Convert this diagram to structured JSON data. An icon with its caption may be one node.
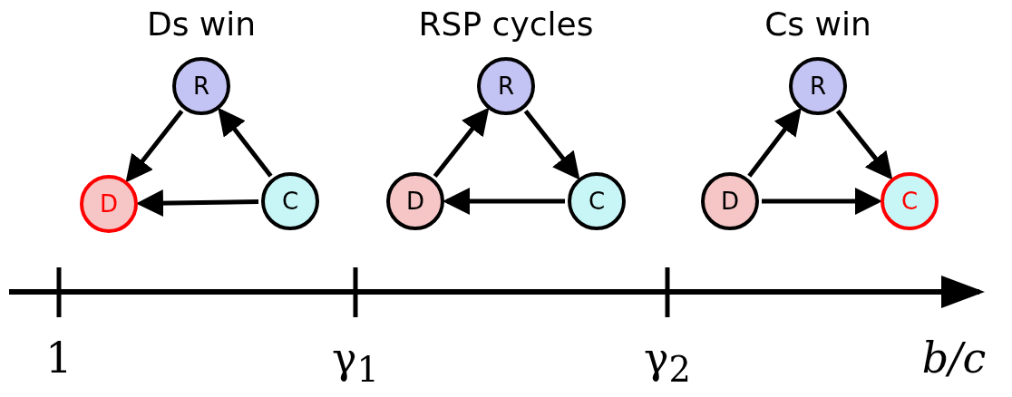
{
  "diagram": {
    "nodes": [
      {
        "text": [
          "R"
        ]
      },
      {
        "text": [
          "D"
        ]
      },
      {
        "text": [
          "C"
        ]
      },
      {
        "text": [
          "R"
        ]
      },
      {
        "text": [
          "D"
        ]
      },
      {
        "text": [
          "C"
        ]
      },
      {
        "text": [
          "R"
        ]
      },
      {
        "text": [
          "D"
        ]
      },
      {
        "text": [
          "C"
        ]
      }
    ],
    "edges": [
      {
        "from": 0,
        "to": 1,
        "arrow": "to"
      },
      {
        "from": 2,
        "to": 0,
        "arrow": "to"
      },
      {
        "from": 2,
        "to": 1,
        "arrow": "to"
      },
      {
        "from": 4,
        "to": 3,
        "arrow": "to"
      },
      {
        "from": 3,
        "to": 5,
        "arrow": "to"
      },
      {
        "from": 5,
        "to": 4,
        "arrow": "to"
      },
      {
        "from": 7,
        "to": 6,
        "arrow": "to"
      },
      {
        "from": 6,
        "to": 8,
        "arrow": "to"
      },
      {
        "from": 7,
        "to": 8,
        "arrow": "to"
      }
    ],
    "labels": [
      "Ds win",
      "RSP cycles",
      "Cs win",
      "1",
      "γ$_{1}$",
      "γ$_{2}$",
      "b/c"
    ]
  }
}
